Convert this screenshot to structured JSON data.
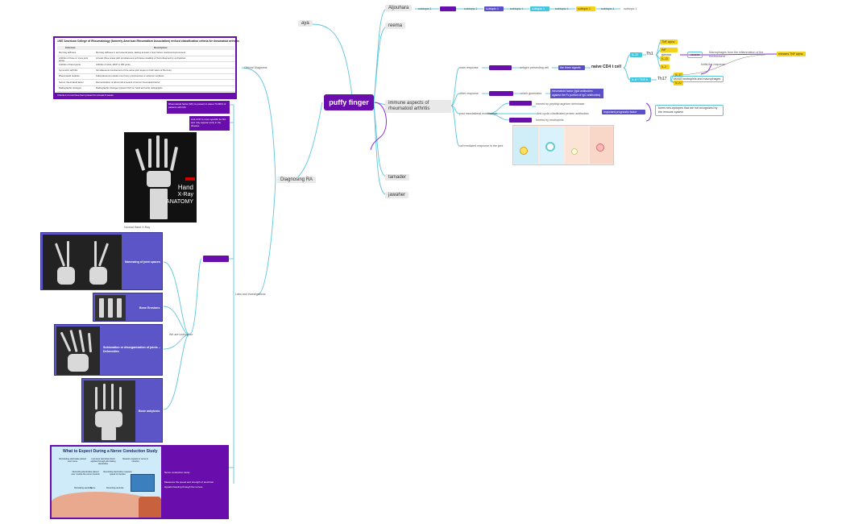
{
  "root": {
    "label": "puffy finger"
  },
  "branches": {
    "aljouhara": "Aljouhara",
    "reema": "reema",
    "aya": "aya",
    "tamader": "tamader",
    "jawaher": "jawaher",
    "diagnosing": "Diagnosing RA",
    "immune": "immune aspects of rheumatoid arthritis",
    "clinical": "Clinical Diagnosis",
    "labs": "Labs and investigations",
    "looking_for": "We are looking for"
  },
  "subtopics": [
    "subtopic 1",
    "subtopic 1",
    "subtopic 1",
    "subtopic 1",
    "subtopic 1",
    "subtopic 1",
    "subtopic 1",
    "subtopic 1"
  ],
  "aljouhara_pills": [
    "subtopic 1",
    "subtopic 1",
    "subtopic 1"
  ],
  "immune": {
    "main_response": "main response",
    "antigen_cell": "antigen presenting cell",
    "three_signals": "the three signals",
    "naive": "naive CD4 t cell",
    "il12": "IL-12",
    "th1": "Th1",
    "th17_trigger": "IL-6 + TGF-b",
    "th17": "Th17",
    "cytokines": [
      "TNF alpha",
      "INF gamma",
      "IL-12",
      "IL-2"
    ],
    "th17_cytokines": [
      "IL-17",
      "IL-22"
    ],
    "causes": "causes",
    "macrophages_note": "Macrophages from the inflammation of the environment",
    "releases": "releases TNF alpha",
    "shifts": "shifts the response",
    "recruit": "recruit neutrophils and macrophages",
    "other_response": "other response",
    "which_generates": "which generates",
    "rf_box": "rheumatoid factor (IgM antibodies against the Fc portion of IgG antibodies)",
    "ptm": "post translational modification",
    "formed_pad": "formed by peptidyl arginine deiminase",
    "acpa": "Anti-cyclic citrullinated protein antibodies",
    "formed_neut": "formed by neutrophils",
    "important": "important prognostic factor",
    "form_neo": "forms neo-epitopes that are not recognized by the immune system",
    "cell_mediated": "cell mediated response in the joint"
  },
  "acr_table": {
    "title": "1987 American College of Rheumatology (formerly American Rheumatism Association) revised classification criteria for rheumatoid arthritis",
    "headers": [
      "Criterion",
      "Description"
    ],
    "rows": [
      [
        "Morning stiffness",
        "Morning stiffness in and around joints, lasting at least 1 hour before maximal improvement"
      ],
      [
        "Arthritis of three or more joint areas",
        "At least three areas with simultaneous soft tissue swelling or fluid observed by a physician"
      ],
      [
        "Arthritis of hand joints",
        "Arthritis of wrist, MCP or PIP joints"
      ],
      [
        "Symmetric arthritis",
        "Simultaneous involvement of the same joint areas on both sides of the body"
      ],
      [
        "Rheumatoid nodules",
        "Subcutaneous nodules over bony prominences or extensor surfaces"
      ],
      [
        "Serum rheumatoid factor",
        "Demonstration of abnormal amounts of serum rheumatoid factor"
      ],
      [
        "Radiographic changes",
        "Radiographic changes typical of RA on hand and wrist radiographs"
      ]
    ],
    "footer": "Criteria 1-4 must have been present for at least 6 weeks."
  },
  "small_notes": [
    "Rheumatoid factor (RF) is present in about 70-80% of patients with RA",
    "Anti-CCP is more specific for RA and may appear early in the disease"
  ],
  "xray": {
    "hand_title": "Hand",
    "hand_sub": "X-Ray",
    "hand_sub2": "ANATOMY",
    "caption": "Normal Hand X-Ray"
  },
  "findings": [
    "Narrowing of joint spaces",
    "Bone Erosions",
    "Subluxation or disorganization of joints -- Deformities",
    "Bone ankylosis"
  ],
  "nerve": {
    "title": "What to Expect During a Nerve Conduction Study",
    "steps": [
      "Stimulating electrodes placed over nerve",
      "Low-level electrical shock applied through stimulating electrodes",
      "Reaction signals to nerve & muscles",
      "Recording electrodes placed over muscle the nerve controls",
      "Recording electrodes measure speed of impulse"
    ],
    "labels": [
      "Stimulating electrode",
      "Nerve",
      "Recording electrode"
    ],
    "notes": [
      "Nerve conduction study",
      "Measures the speed and strength of electrical",
      "signals traveling through the nerves"
    ]
  },
  "colors": {
    "purple": "#6a0dad",
    "violet": "#5b4ec9",
    "cyan": "#44c8e0",
    "yellow": "#f5d21a",
    "line_cyan": "#5ec6dc",
    "line_purple": "#8a2be2"
  }
}
